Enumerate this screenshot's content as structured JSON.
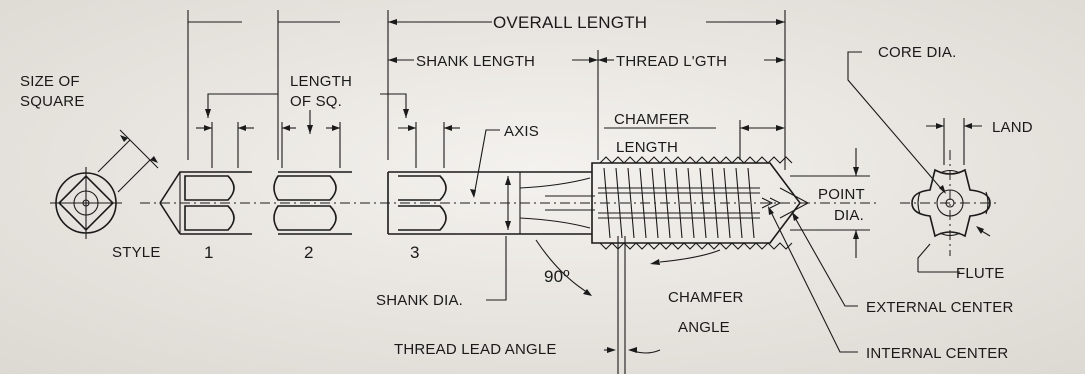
{
  "labels": {
    "overall_length": "OVERALL LENGTH",
    "shank_length": "SHANK LENGTH",
    "thread_length": "THREAD L'GTH",
    "core_dia": "CORE DIA.",
    "size_of_square_1": "SIZE OF",
    "size_of_square_2": "SQUARE",
    "length_of_sq_1": "LENGTH",
    "length_of_sq_2": "OF SQ.",
    "axis": "AXIS",
    "chamfer_length_1": "CHAMFER",
    "chamfer_length_2": "LENGTH",
    "land": "LAND",
    "point_dia_1": "POINT",
    "point_dia_2": "DIA.",
    "style": "STYLE",
    "style_1": "1",
    "style_2": "2",
    "style_3": "3",
    "angle_90": "90º",
    "flute": "FLUTE",
    "shank_dia": "SHANK DIA.",
    "chamfer_angle_1": "CHAMFER",
    "chamfer_angle_2": "ANGLE",
    "external_center": "EXTERNAL CENTER",
    "thread_lead_angle": "THREAD LEAD ANGLE",
    "internal_center": "INTERNAL CENTER"
  }
}
